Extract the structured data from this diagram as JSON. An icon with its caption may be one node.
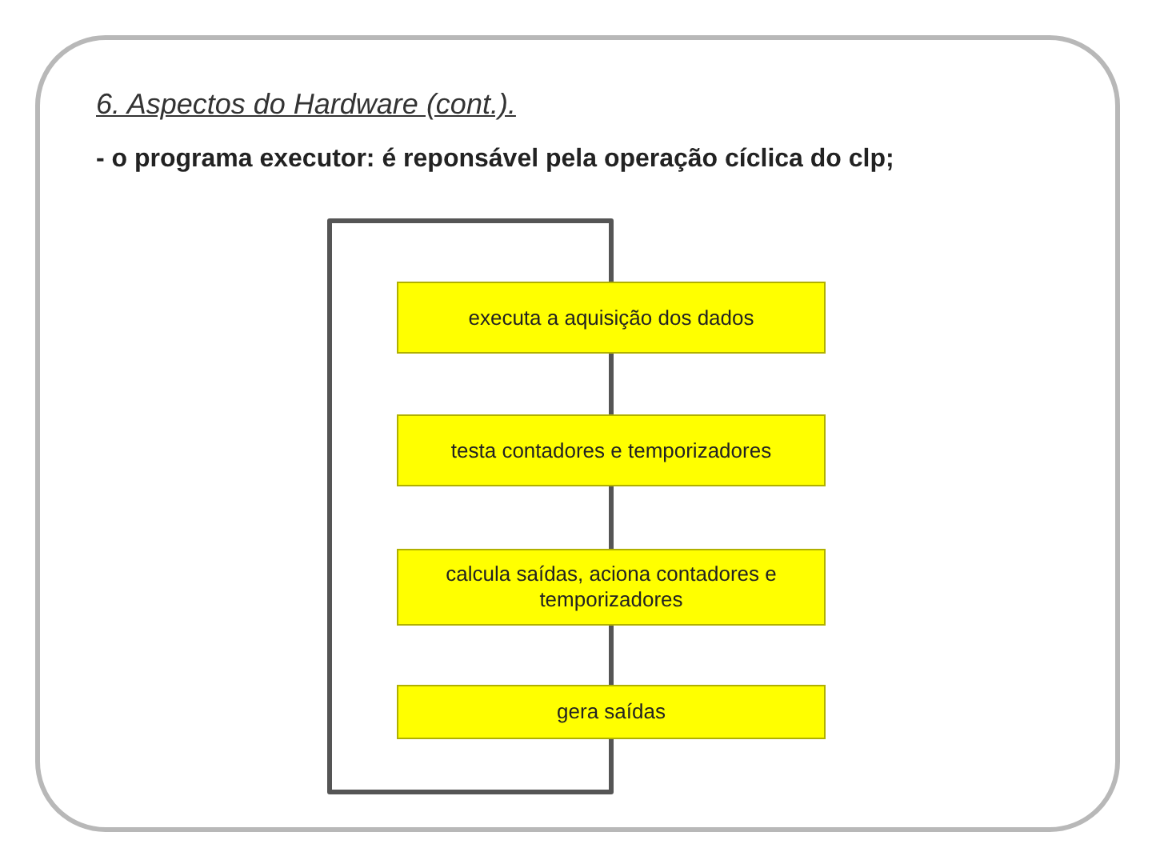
{
  "diagram": {
    "title": "6. Aspectos do Hardware (cont.).",
    "nodes": [
      {
        "text": [
          "executa a aquisição dos dados"
        ]
      },
      {
        "text": [
          "testa contadores e temporizadores"
        ]
      },
      {
        "text": [
          "calcula saídas, aciona contadores e temporizadores"
        ]
      },
      {
        "text": [
          "gera saídas"
        ]
      }
    ],
    "edges": [
      {
        "from": 0,
        "to": 1,
        "arrow": "none"
      },
      {
        "from": 1,
        "to": 2,
        "arrow": "none"
      },
      {
        "from": 2,
        "to": 3,
        "arrow": "none"
      },
      {
        "from": 3,
        "to": 0,
        "arrow": "none"
      }
    ],
    "labels": [
      "- o programa executor: é reponsável pela operação cíclica do clp;"
    ]
  }
}
